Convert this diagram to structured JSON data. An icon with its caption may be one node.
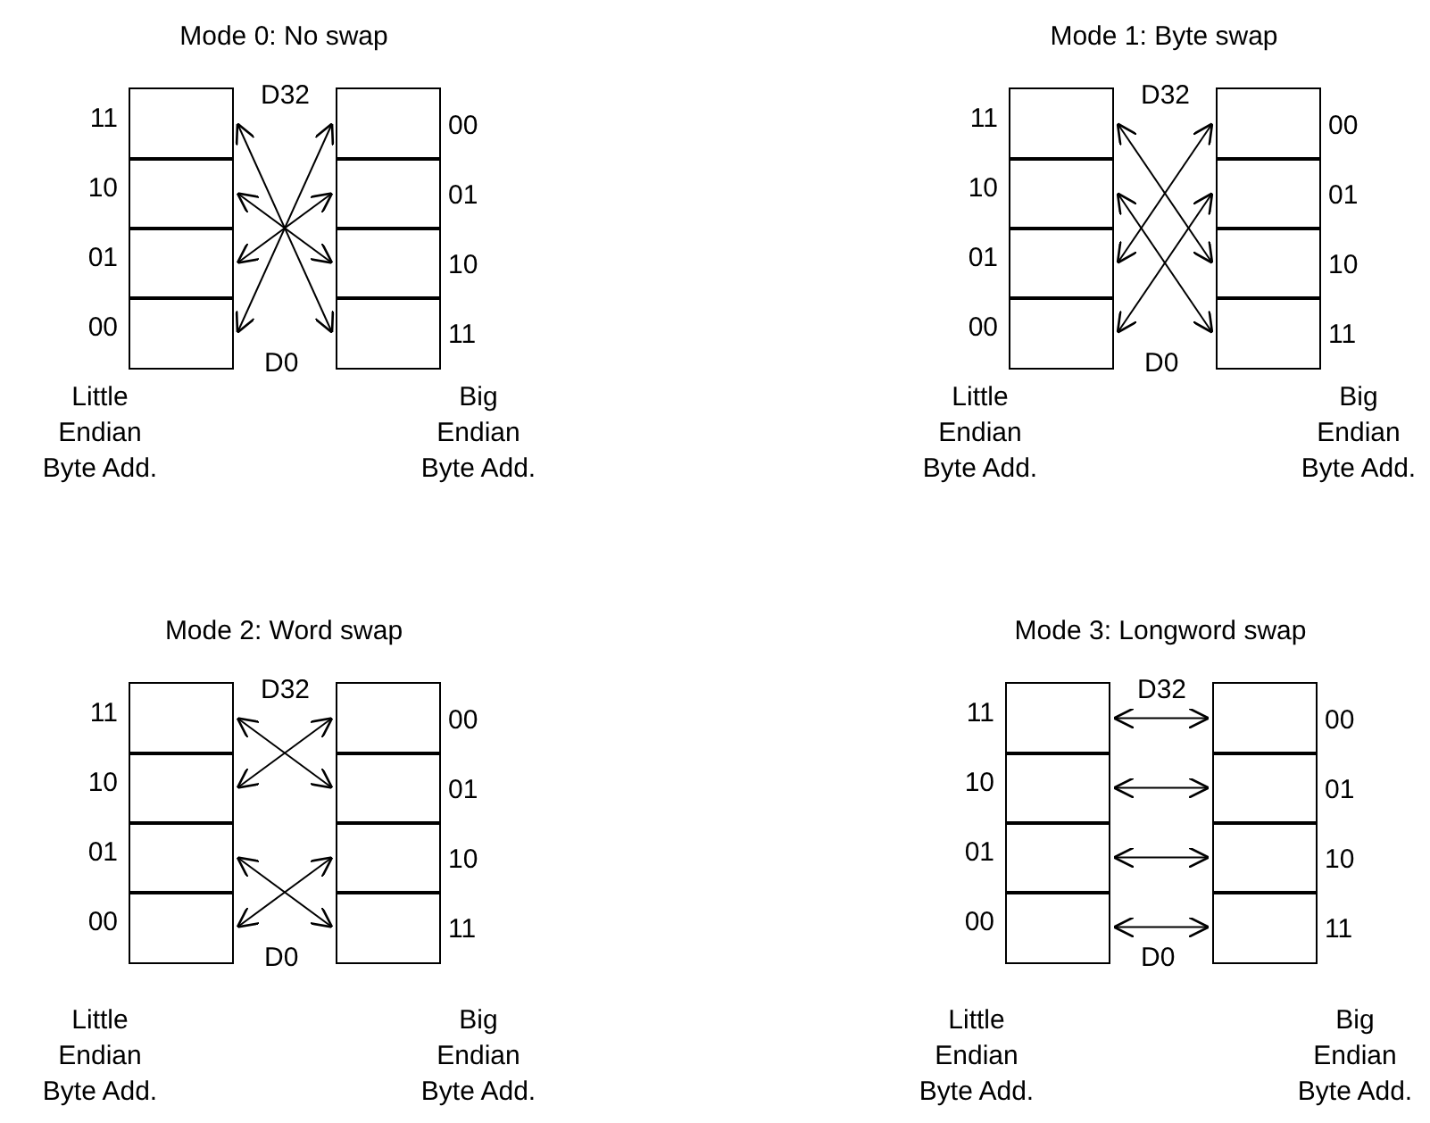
{
  "diagram": {
    "nodes": [
      {
        "text": [],
        "shape": "box",
        "beside": [
          "11"
        ]
      },
      {
        "text": [],
        "shape": "box",
        "beside": [
          "10"
        ]
      },
      {
        "text": [],
        "shape": "box",
        "beside": [
          "01"
        ]
      },
      {
        "text": [],
        "shape": "box",
        "beside": [
          "00"
        ]
      },
      {
        "text": [],
        "shape": "box",
        "beside": [
          "00"
        ]
      },
      {
        "text": [],
        "shape": "box",
        "beside": [
          "01"
        ]
      },
      {
        "text": [],
        "shape": "box",
        "beside": [
          "10"
        ]
      },
      {
        "text": [],
        "shape": "box",
        "beside": [
          "11"
        ]
      },
      {
        "text": [],
        "shape": "box",
        "beside": [
          "11"
        ]
      },
      {
        "text": [],
        "shape": "box",
        "beside": [
          "10"
        ]
      },
      {
        "text": [],
        "shape": "box",
        "beside": [
          "01"
        ]
      },
      {
        "text": [],
        "shape": "box",
        "beside": [
          "00"
        ]
      },
      {
        "text": [],
        "shape": "box",
        "beside": [
          "00"
        ]
      },
      {
        "text": [],
        "shape": "box",
        "beside": [
          "01"
        ]
      },
      {
        "text": [],
        "shape": "box",
        "beside": [
          "10"
        ]
      },
      {
        "text": [],
        "shape": "box",
        "beside": [
          "11"
        ]
      },
      {
        "text": [],
        "shape": "box",
        "beside": [
          "11"
        ]
      },
      {
        "text": [],
        "shape": "box",
        "beside": [
          "10"
        ]
      },
      {
        "text": [],
        "shape": "box",
        "beside": [
          "01"
        ]
      },
      {
        "text": [],
        "shape": "box",
        "beside": [
          "00"
        ]
      },
      {
        "text": [],
        "shape": "box",
        "beside": [
          "00"
        ]
      },
      {
        "text": [],
        "shape": "box",
        "beside": [
          "01"
        ]
      },
      {
        "text": [],
        "shape": "box",
        "beside": [
          "10"
        ]
      },
      {
        "text": [],
        "shape": "box",
        "beside": [
          "11"
        ]
      },
      {
        "text": [],
        "shape": "box",
        "beside": [
          "11"
        ]
      },
      {
        "text": [],
        "shape": "box",
        "beside": [
          "10"
        ]
      },
      {
        "text": [],
        "shape": "box",
        "beside": [
          "01"
        ]
      },
      {
        "text": [],
        "shape": "box",
        "beside": [
          "00"
        ]
      },
      {
        "text": [],
        "shape": "box",
        "beside": [
          "00"
        ]
      },
      {
        "text": [],
        "shape": "box",
        "beside": [
          "01"
        ]
      },
      {
        "text": [],
        "shape": "box",
        "beside": [
          "10"
        ]
      },
      {
        "text": [],
        "shape": "box",
        "beside": [
          "11"
        ]
      }
    ],
    "edges": [
      {
        "from": 0,
        "to": 7,
        "arrow": "both"
      },
      {
        "from": 1,
        "to": 6,
        "arrow": "both"
      },
      {
        "from": 2,
        "to": 5,
        "arrow": "both"
      },
      {
        "from": 3,
        "to": 4,
        "arrow": "both"
      },
      {
        "from": 8,
        "to": 14,
        "arrow": "both"
      },
      {
        "from": 9,
        "to": 15,
        "arrow": "both"
      },
      {
        "from": 10,
        "to": 12,
        "arrow": "both"
      },
      {
        "from": 11,
        "to": 13,
        "arrow": "both"
      },
      {
        "from": 16,
        "to": 21,
        "arrow": "both"
      },
      {
        "from": 17,
        "to": 20,
        "arrow": "both"
      },
      {
        "from": 18,
        "to": 23,
        "arrow": "both"
      },
      {
        "from": 19,
        "to": 22,
        "arrow": "both"
      },
      {
        "from": 24,
        "to": 28,
        "arrow": "both"
      },
      {
        "from": 25,
        "to": 29,
        "arrow": "both"
      },
      {
        "from": 26,
        "to": 30,
        "arrow": "both"
      },
      {
        "from": 27,
        "to": 31,
        "arrow": "both"
      }
    ],
    "labels": [
      "Mode 0: No swap",
      "D32",
      "D0",
      "Little Endian Byte Add.",
      "Big Endian Byte Add.",
      "Mode 1: Byte swap",
      "D32",
      "D0",
      "Little Endian Byte Add.",
      "Big Endian Byte Add.",
      "Mode 2: Word swap",
      "D32",
      "D0",
      "Little Endian Byte Add.",
      "Big Endian Byte Add.",
      "Mode 3: Longword swap",
      "D32",
      "D0",
      "Little Endian Byte Add.",
      "Big Endian Byte Add."
    ]
  }
}
